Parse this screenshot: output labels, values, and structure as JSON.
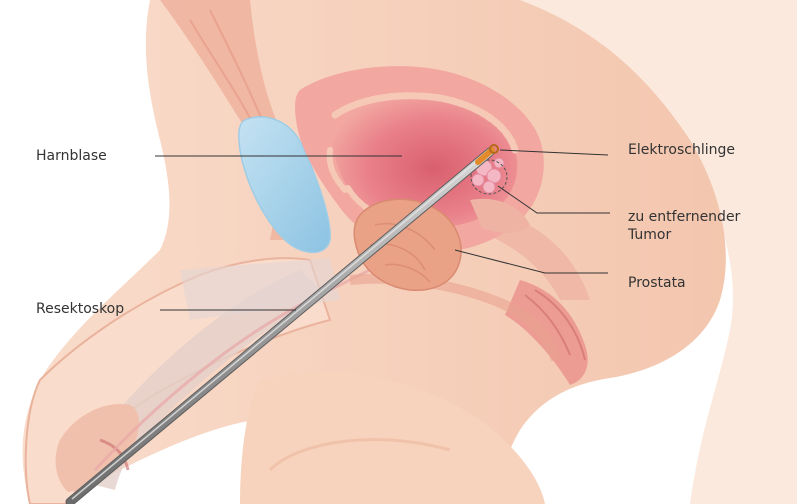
{
  "labels": {
    "bladder": "Harnblase",
    "resectoscope": "Resektoskop",
    "electrode_loop": "Elektroschlinge",
    "tumor_line1": "zu entfernender",
    "tumor_line2": "Tumor",
    "prostate": "Prostata"
  },
  "colors": {
    "skin": "#f7d3bd",
    "skin_light": "#fbe3d3",
    "skin_shadow": "#eebaa3",
    "muscle": "#e8a08a",
    "bladder_wall": "#f2a7a1",
    "bladder_inside": "#e9808a",
    "bladder_ridge": "#f6c9b6",
    "pubic_bone": "#a8d3ea",
    "prostate": "#e9a286",
    "tumor": "#f4b8c4",
    "instrument": "#8d8d8d",
    "instrument_highlight": "#cfcfcf",
    "loop_tip": "#e38b2b",
    "leader_line": "#333333"
  }
}
